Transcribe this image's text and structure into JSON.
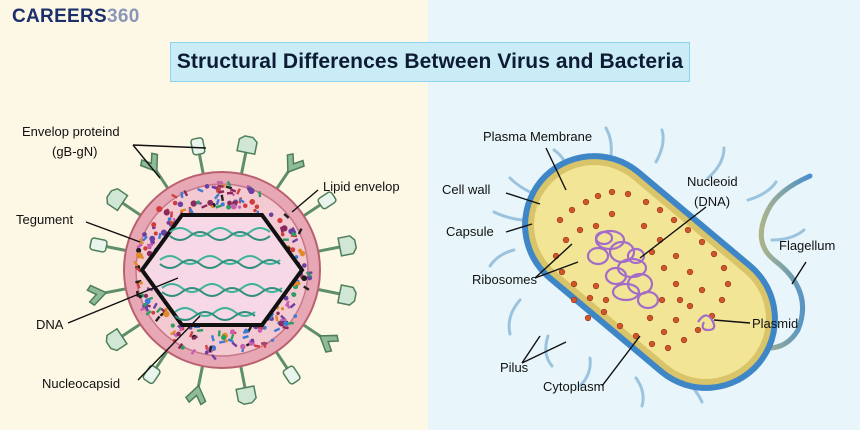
{
  "brand": {
    "name_a": "CAREERS",
    "name_b": "360"
  },
  "title": "Structural Differences Between Virus and Bacteria",
  "virus_labels": {
    "envelop_protein": "Envelop proteind",
    "envelop_protein_2": "(gB-gN)",
    "lipid_envelop": "Lipid envelop",
    "tegument": "Tegument",
    "dna": "DNA",
    "nucleocapsid": "Nucleocapsid"
  },
  "bacteria_labels": {
    "plasma_membrane": "Plasma Membrane",
    "cell_wall": "Cell wall",
    "capsule": "Capsule",
    "nucleoid": "Nucleoid",
    "nucleoid_2": "(DNA)",
    "ribosomes": "Ribosomes",
    "flagellum": "Flagellum",
    "plasmid": "Plasmid",
    "pilus": "Pilus",
    "cytoplasm": "Cytoplasm"
  },
  "colors": {
    "left_bg": "#fdf8e6",
    "right_bg": "#e8f6fb",
    "title_bg": "#c9ecf7",
    "virus_spike": "#7fae8a",
    "virus_ring": "#e8a7b5",
    "capsid_fill": "#f6d8e6",
    "dna": "#3fb39a",
    "bacteria_wall": "#4a8fce",
    "cytoplasm": "#f0e18a",
    "nucleoid": "#a26cc8",
    "ribosome": "#d0542c"
  }
}
